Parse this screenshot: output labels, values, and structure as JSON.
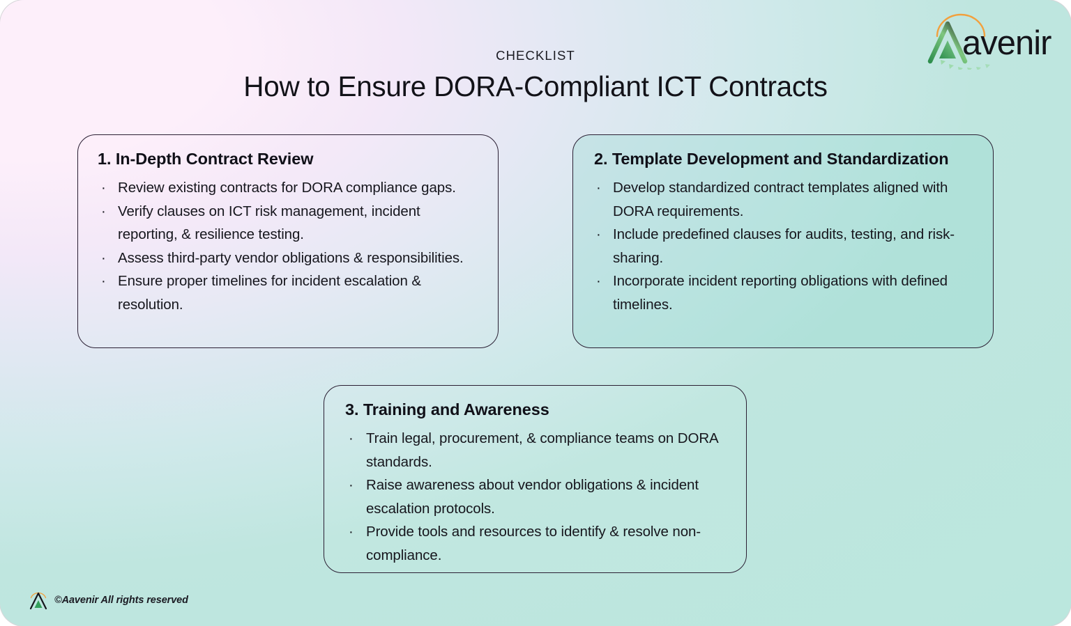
{
  "brand": {
    "name": "Aavenir",
    "logo_icon": "aavenir-logo-icon",
    "arc_color": "#f2a03d",
    "green_dark": "#2f8f4e",
    "green_light": "#8fd4a0",
    "wordmark_color": "#14141a"
  },
  "header": {
    "eyebrow": "CHECKLIST",
    "title": "How to Ensure DORA-Compliant ICT Contracts"
  },
  "cards": [
    {
      "id": "in-depth-contract-review",
      "title": "1. In-Depth Contract Review",
      "bullet_marker": "·",
      "bullets": [
        "Review existing contracts for DORA compliance gaps.",
        "Verify clauses on ICT risk management, incident reporting, & resilience testing.",
        "Assess third-party vendor obligations & responsibilities.",
        "Ensure proper timelines for incident escalation & resolution."
      ]
    },
    {
      "id": "template-development-and-standardization",
      "title": "2. Template Development and Standardization",
      "bullet_marker": "·",
      "bullets": [
        "Develop standardized contract templates aligned with DORA requirements.",
        "Include predefined clauses for audits, testing, and risk-sharing.",
        "Incorporate incident reporting obligations with defined timelines."
      ]
    },
    {
      "id": "training-and-awareness",
      "title": "3. Training and Awareness",
      "bullet_marker": "·",
      "bullets": [
        "Train legal, procurement, & compliance teams on DORA standards.",
        "Raise awareness about vendor obligations & incident escalation protocols.",
        "Provide tools and resources to identify & resolve non-compliance."
      ]
    }
  ],
  "footer": {
    "logo_icon": "aavenir-mark-icon",
    "copyright": "©Aavenir All rights reserved"
  },
  "colors": {
    "background_pink": "#fdeffa",
    "background_lavender": "#e7e4f3",
    "background_teal": "#b7e6dd",
    "card_border": "#2a1f33",
    "text": "#16161d"
  }
}
